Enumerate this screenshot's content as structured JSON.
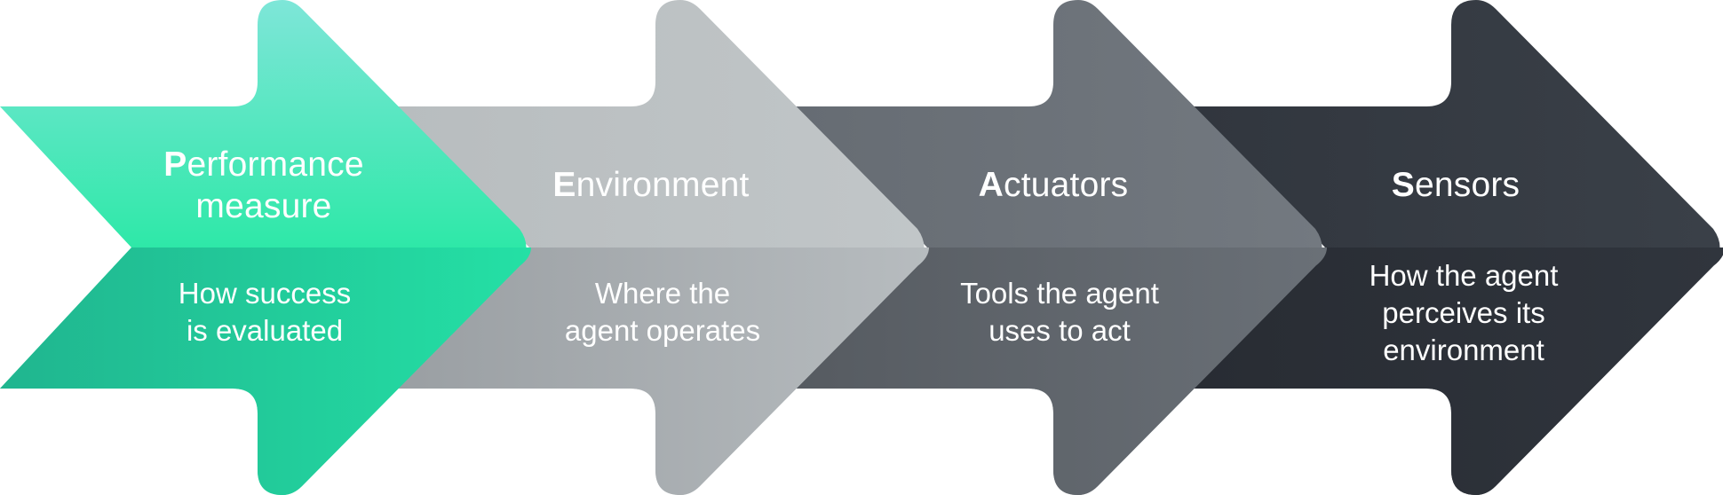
{
  "steps": [
    {
      "initial": "P",
      "title_rest_line1": "erformance",
      "title_line2": "measure",
      "description_lines": [
        "How success",
        "is evaluated"
      ],
      "color_light": "#7de8d6",
      "color_dark": "#1fbf98"
    },
    {
      "initial": "E",
      "title_rest_line1": "nvironment",
      "title_line2": "",
      "description_lines": [
        "Where the",
        "agent operates"
      ],
      "color_light": "#bec3c5",
      "color_dark": "#9da2a6"
    },
    {
      "initial": "A",
      "title_rest_line1": "ctuators",
      "title_line2": "",
      "description_lines": [
        "Tools the agent",
        "uses to act"
      ],
      "color_light": "#6d737a",
      "color_dark": "#5b6066"
    },
    {
      "initial": "S",
      "title_rest_line1": "ensors",
      "title_line2": "",
      "description_lines": [
        "How the agent",
        "perceives its",
        "environment"
      ],
      "color_light": "#343a42",
      "color_dark": "#2b3037"
    }
  ]
}
